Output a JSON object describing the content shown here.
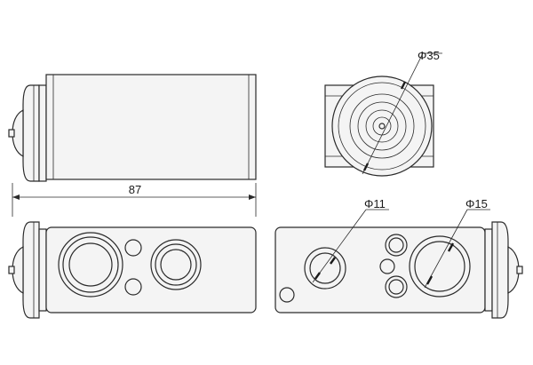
{
  "dimensions": {
    "overall_length": "87",
    "diameter_body": "Φ35",
    "diameter_small_port": "Φ11",
    "diameter_large_port": "Φ15"
  },
  "colors": {
    "line": "#2a2a2a",
    "fill": "#f4f4f4"
  }
}
